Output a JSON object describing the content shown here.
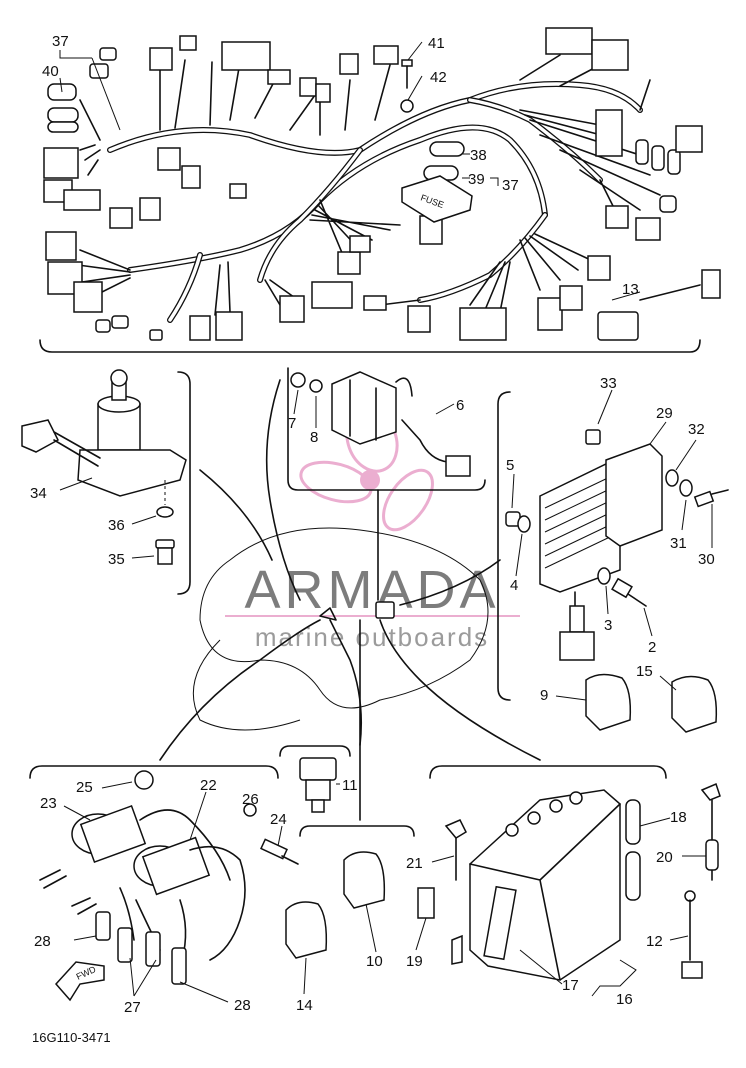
{
  "diagram": {
    "drawing_code": "16G110-3471",
    "fuse_label": "FUSE",
    "fwd_label": "FWD",
    "watermark": {
      "title": "ARMADA",
      "subtitle": "marine outboards",
      "title_color": "#666666",
      "accent_color": "#e8a0c8",
      "subtitle_color": "#8a8a8a"
    },
    "callouts": {
      "c2": "2",
      "c3": "3",
      "c4": "4",
      "c5": "5",
      "c6": "6",
      "c7": "7",
      "c8": "8",
      "c9": "9",
      "c10": "10",
      "c11": "11",
      "c12": "12",
      "c13": "13",
      "c14": "14",
      "c15": "15",
      "c16": "16",
      "c17": "17",
      "c18": "18",
      "c19": "19",
      "c20": "20",
      "c21": "21",
      "c22": "22",
      "c23": "23",
      "c24": "24",
      "c25": "25",
      "c26": "26",
      "c27": "27",
      "c28a": "28",
      "c28b": "28",
      "c29": "29",
      "c30": "30",
      "c31": "31",
      "c32": "32",
      "c33": "33",
      "c34": "34",
      "c35": "35",
      "c36": "36",
      "c37a": "37",
      "c37b": "37",
      "c38": "38",
      "c39": "39",
      "c40": "40",
      "c41": "41",
      "c42": "42"
    }
  }
}
